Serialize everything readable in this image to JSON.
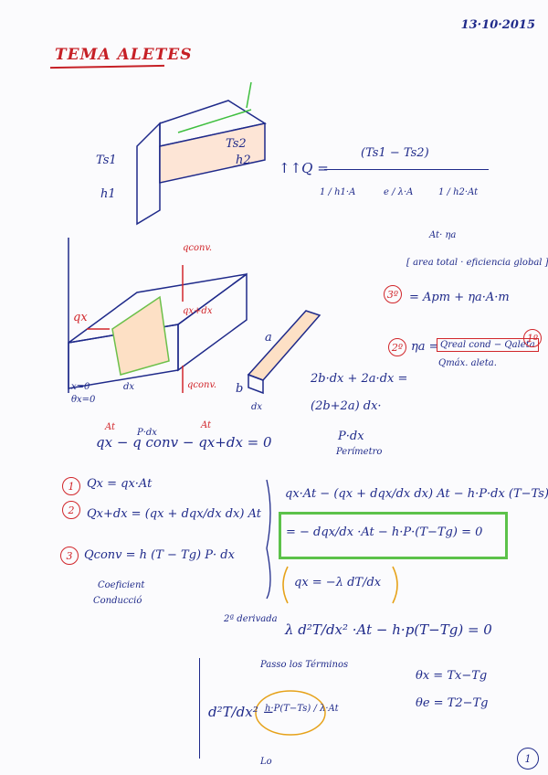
{
  "header": {
    "date": "13·10·2015",
    "title": "TEMA ALETES"
  },
  "fin_diagram": {
    "label_ts1": "Ts1",
    "label_h1": "h1",
    "label_ts2": "Ts2",
    "label_h2": "h2"
  },
  "resistance": {
    "lhs": "↑↑Q =",
    "numerator": "(Ts1 − Ts2)",
    "term1": "1 / h1·A",
    "term2": "e / λ·A",
    "term3": "1 / h2·At",
    "note_at": "At· ηa",
    "note_bracket": "[ area total · eficiencia global ]",
    "eq3_marker": "3º",
    "eq3": "= Apm + ηa·A·m",
    "eq2_marker": "2º",
    "eq2_lhs": "ηa =",
    "eq2_box": "Qreal cond − Qaleta",
    "eq2_marker_1": "1º",
    "eq2_denom": "Qmáx. aleta."
  },
  "element_diagram": {
    "q_conv_top": "qconv.",
    "q_x": "qx",
    "q_x_dx": "qx+dx",
    "dx": "dx",
    "q_conv_bottom": "qconv.",
    "x0": "x=0",
    "theta0": "θx=0",
    "side_a": "a",
    "side_b": "b",
    "side_dx": "dx"
  },
  "perimeter": {
    "line1": "2b·dx + 2a·dx =",
    "line2": "(2b+2a) dx·",
    "line3": "P·dx",
    "line4": "Perímetro"
  },
  "balance_eq": "qx − q conv − qx+dx = 0",
  "balance_labels": {
    "at1": "At",
    "pdx": "P·dx",
    "at2": "At"
  },
  "defs": {
    "m1": "1",
    "d1": "Qx = qx·At",
    "m2": "2",
    "d2": "Qx+dx = (qx + dqx/dx dx) At",
    "m3": "3",
    "d3": "Qconv = h (T − Tg) P· dx",
    "coef": "Coeficient",
    "conduc": "Conducció"
  },
  "derivation": {
    "line1": "qx·At − (qx + dqx/dx dx) At − h·P·dx (T−Ts)",
    "boxed": "= − dqx/dx ·At − h·P·(T−Tg) = 0",
    "fourier": "qx = −λ dT/dx",
    "second_label": "2ª derivada",
    "second": "λ d²T/dx² ·At − h·p(T−Tg) = 0",
    "theta": "θx = Tx−Tg",
    "theta2": "θe = T2−Tg",
    "regroup": "Passo los Términos",
    "final_lhs": "d²T/dx² −",
    "final_rhs": "h·P(T−Ts) / λ·At",
    "final_tail": "Lo"
  },
  "page_number": "1"
}
